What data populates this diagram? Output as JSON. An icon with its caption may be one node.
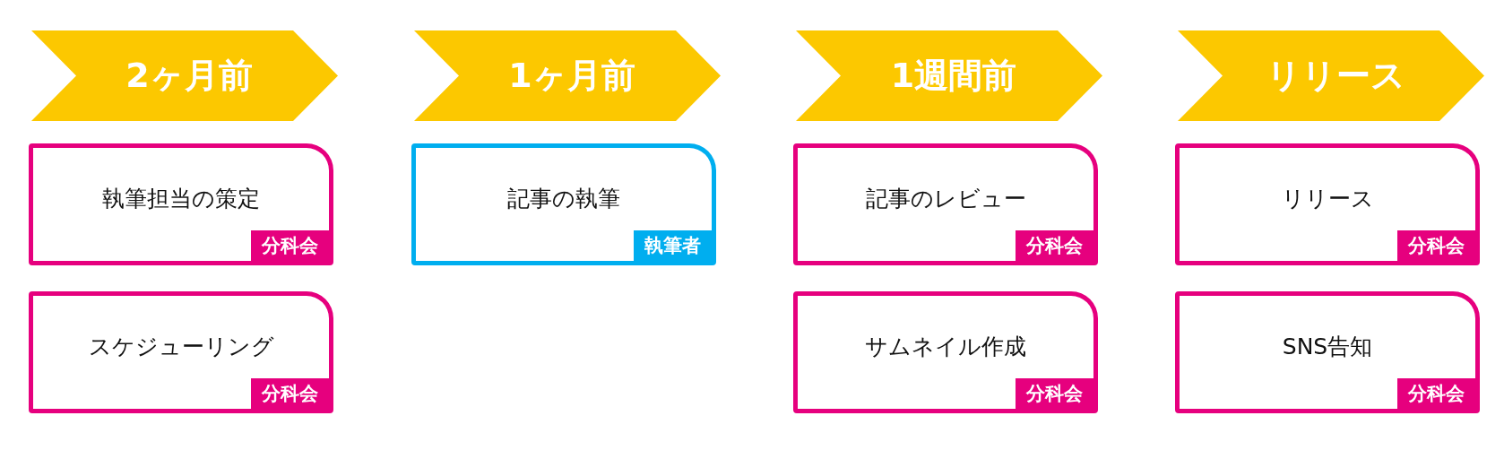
{
  "diagram": {
    "nodes": [
      {
        "text": [
          "2ヶ月前"
        ]
      },
      {
        "text": [
          "1ヶ月前"
        ]
      },
      {
        "text": [
          "1週間前"
        ]
      },
      {
        "text": [
          "リリース"
        ]
      },
      {
        "text": [
          "執筆担当の策定",
          "分科会"
        ]
      },
      {
        "text": [
          "記事の執筆",
          "執筆者"
        ]
      },
      {
        "text": [
          "記事のレビュー",
          "分科会"
        ]
      },
      {
        "text": [
          "リリース",
          "分科会"
        ]
      },
      {
        "text": [
          "スケジューリング",
          "分科会"
        ]
      },
      {
        "text": [
          "サムネイル作成",
          "分科会"
        ]
      },
      {
        "text": [
          "SNS告知",
          "分科会"
        ]
      }
    ]
  }
}
